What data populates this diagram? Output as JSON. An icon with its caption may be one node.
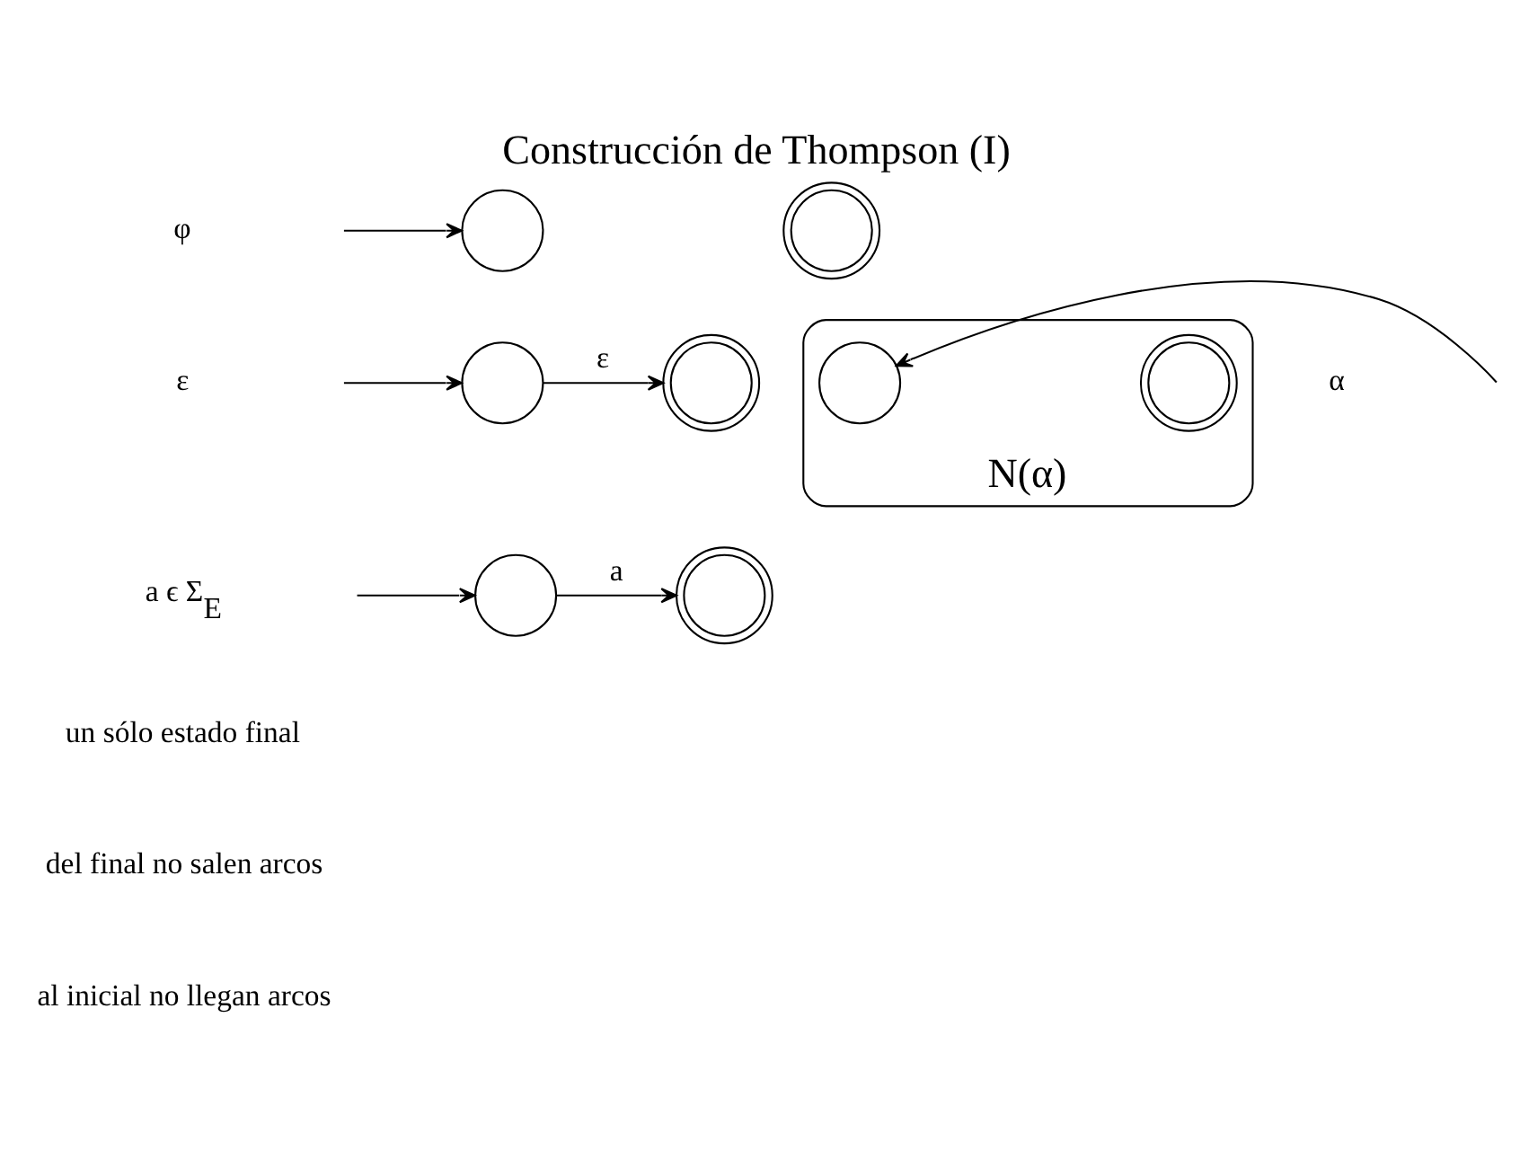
{
  "diagram": {
    "title": "Construcción de Thompson (I)",
    "nodes": [
      {
        "text": [],
        "shape": "circle"
      },
      {
        "text": [],
        "shape": "doublecircle"
      },
      {
        "text": [],
        "shape": "circle"
      },
      {
        "text": [],
        "shape": "doublecircle"
      },
      {
        "text": [],
        "shape": "circle"
      },
      {
        "text": [],
        "shape": "doublecircle"
      },
      {
        "text": [
          "N(α)"
        ]
      },
      {
        "text": [],
        "shape": "circle",
        "in": 6
      },
      {
        "text": [],
        "shape": "doublecircle",
        "in": 6
      }
    ],
    "edges": [
      {
        "from": null,
        "to": 0,
        "arrow": "to"
      },
      {
        "from": null,
        "to": 2,
        "arrow": "to"
      },
      {
        "from": 2,
        "to": 3,
        "arrow": "to",
        "label": "ε"
      },
      {
        "from": null,
        "to": 4,
        "arrow": "to"
      },
      {
        "from": 4,
        "to": 5,
        "arrow": "to",
        "label": "a"
      },
      {
        "from": null,
        "to": 7,
        "arrow": "to"
      }
    ],
    "labels": [
      "φ",
      "ε",
      "a ϵ Σ$_{E}$",
      "α",
      "un sólo estado final",
      "del final no salen arcos",
      "al inicial no llegan arcos"
    ]
  }
}
